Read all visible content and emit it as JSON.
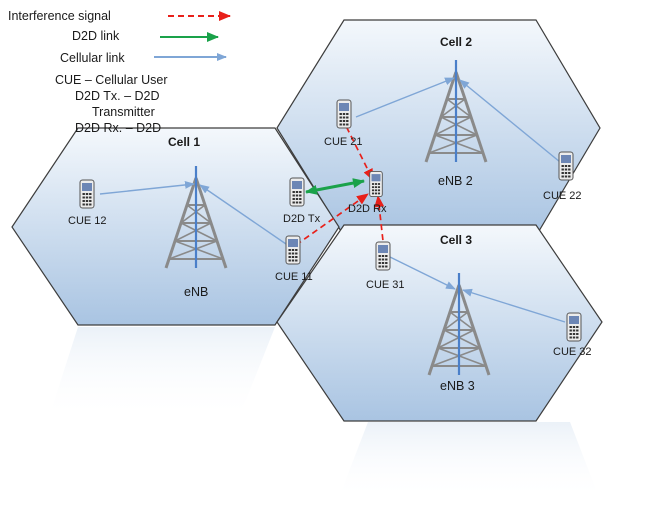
{
  "legend": {
    "interference": "Interference signal",
    "d2d_link": "D2D link",
    "cellular_link": "Cellular link",
    "note_1": "CUE – Cellular User",
    "note_2": "D2D Tx. – D2D",
    "note_3": "Transmitter",
    "note_4": "D2D Rx. – D2D"
  },
  "cells": {
    "cell1": {
      "title": "Cell 1",
      "enb": "eNB"
    },
    "cell2": {
      "title": "Cell 2",
      "enb": "eNB 2"
    },
    "cell3": {
      "title": "Cell 3",
      "enb": "eNB 3"
    }
  },
  "devices": {
    "cue12": "CUE 12",
    "cue11": "CUE 11",
    "d2d_tx": "D2D Tx",
    "d2d_rx": "D2D Rx",
    "cue21": "CUE 21",
    "cue22": "CUE 22",
    "cue31": "CUE 31",
    "cue32": "CUE 32"
  },
  "colors": {
    "interference": "#e8201a",
    "d2d": "#1aa24a",
    "cellular": "#7fa6d6",
    "tower": "#8a8a8a",
    "antenna": "#4a7fc9",
    "cell_fill_top": "#f4f8fc",
    "cell_fill_bottom": "#a9c4e2"
  },
  "icons": {
    "device": "mobile-phone-icon",
    "base_station": "cell-tower-icon"
  }
}
